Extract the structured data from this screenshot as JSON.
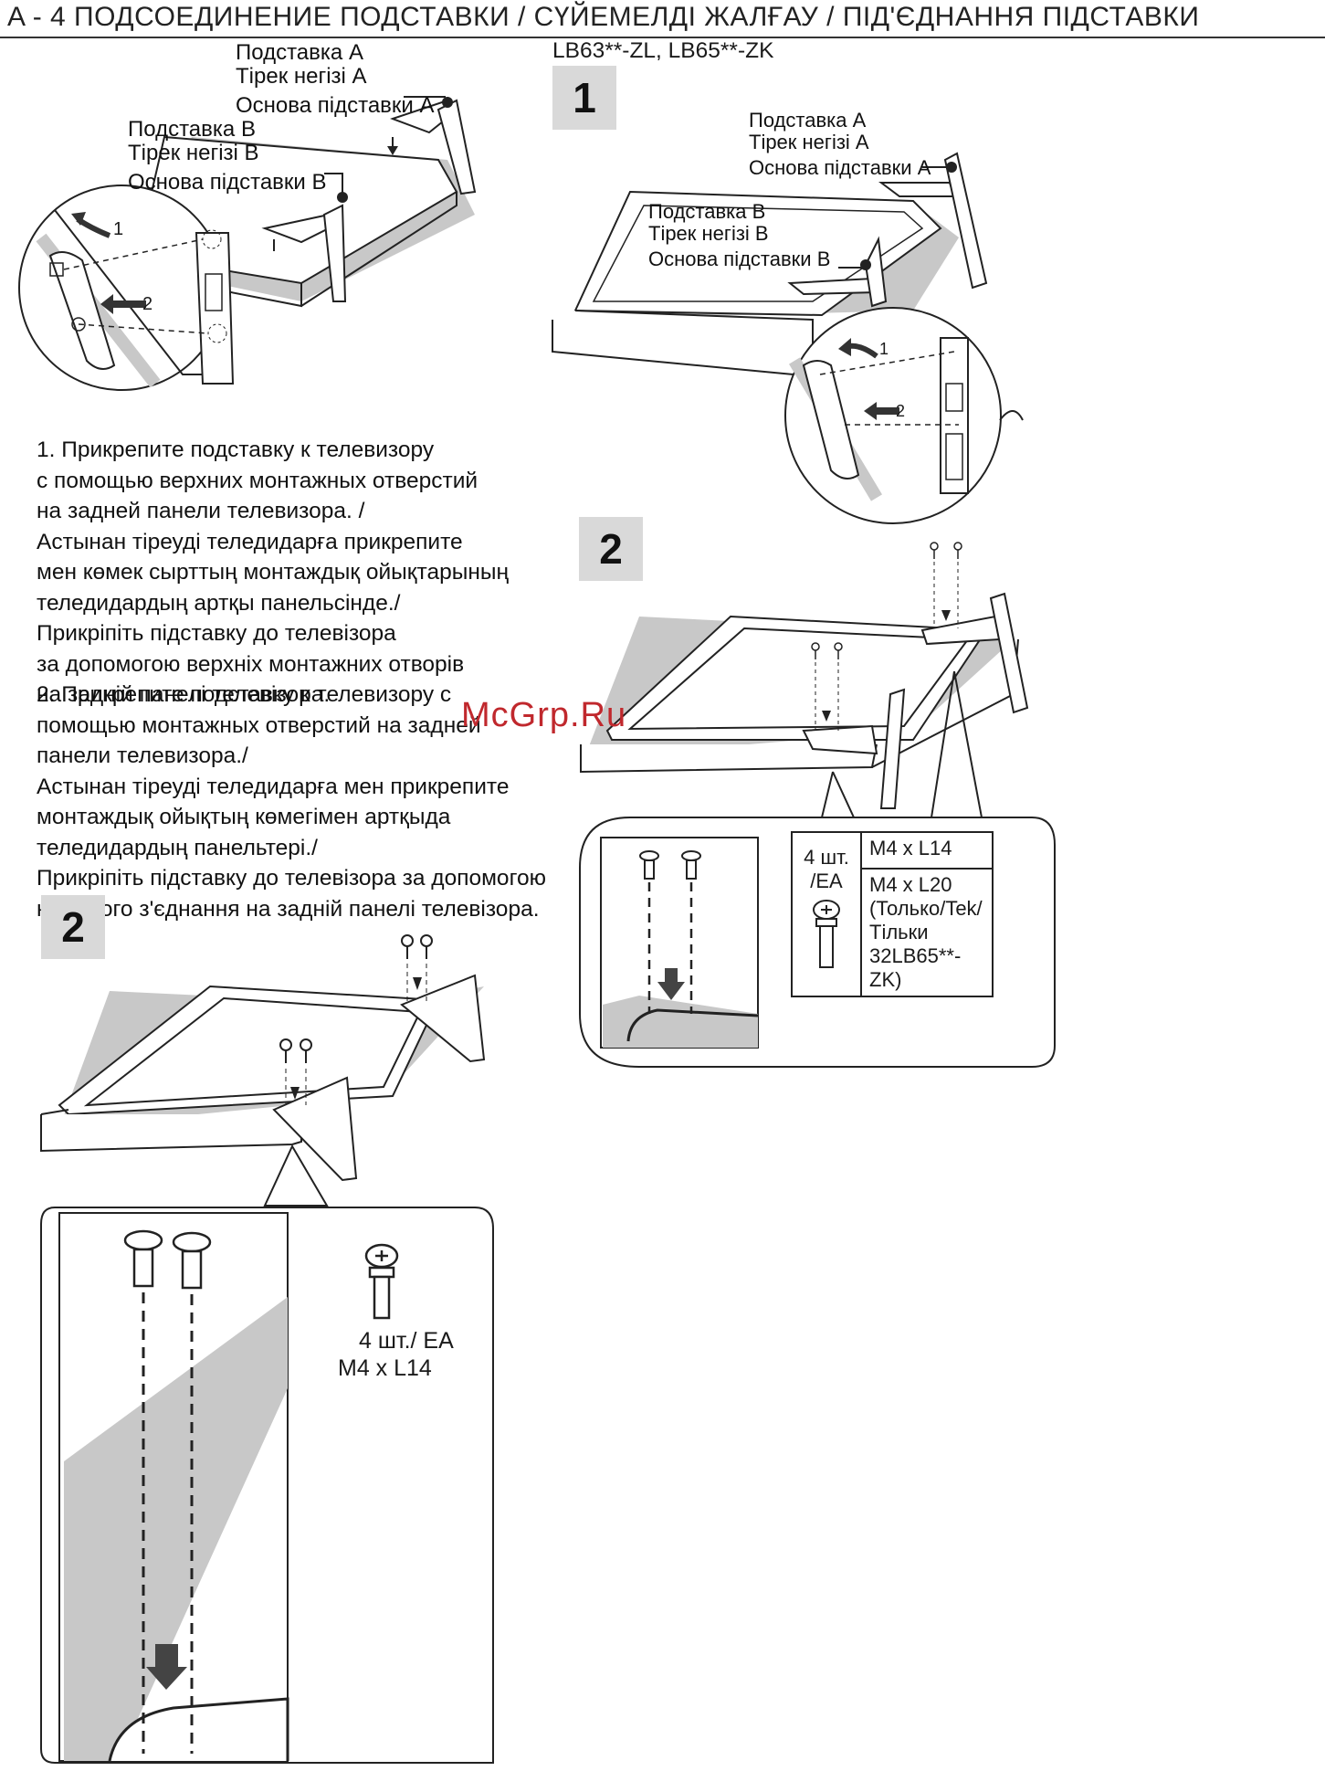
{
  "header": {
    "title": "A - 4   ПОДСОЕДИНЕНИЕ ПОДСТАВКИ / СҮЙЕМЕЛДІ ЖАЛҒАУ / ПІД'ЄДНАННЯ ПІДСТАВКИ"
  },
  "left_top": {
    "stand_a": [
      "Подставка A",
      "Тірек негізі A",
      "Основа підставки A"
    ],
    "stand_b": [
      "Подставка B",
      "Тірек негізі B",
      "Основа підставки B"
    ],
    "arrow_1": "1",
    "arrow_2": "2"
  },
  "instructions": {
    "step1": [
      "1. Прикрепите подставку к телевизору",
      "с помощью верхних монтажных отверстий",
      "на задней панели телевизора. /",
      "Астынан тіреуді теледидарға прикрепите",
      "мен көмек сырттың монтаждық ойықтарының",
      "теледидардың артқы панельсінде./",
      "Прикріпіть підставку до телевізора",
      "за допомогою верхніх монтажних отворів",
      "на задній панелі телевізора."
    ],
    "step2": [
      "2. Прикрепите подставку к телевизору с",
      "помощью монтажных отверстий на задней",
      "панели телевизора./",
      "Астынан тіреуді теледидарға мен прикрепите",
      "монтаждық ойықтың көмегімен артқыда",
      "теледидардың панельтері./",
      "Прикріпіть підставку до телевізора за допомогою",
      "нижнього з'єднання на задній панелі телевізора."
    ]
  },
  "left_bottom": {
    "step_badge": "2",
    "qty": "4 шт./ EA",
    "screw": "M4 x L14"
  },
  "right": {
    "model": "LB63**-ZL, LB65**-ZK",
    "step1_badge": "1",
    "stand_a": [
      "Подставка A",
      "Тірек негізі A",
      "Основа підставки A"
    ],
    "stand_b": [
      "Подставка B",
      "Тірек негізі B",
      "Основа підставки B"
    ],
    "arrow_1": "1",
    "arrow_2": "2",
    "step2_badge": "2",
    "table": {
      "qty": [
        "4 шт.",
        "/EA"
      ],
      "row1": "M4 x L14",
      "row2": [
        "M4 x L20",
        "(Только/Tek/",
        "Тільки",
        "32LB65**-",
        "ZK)"
      ]
    }
  },
  "watermark": "McGrp.Ru",
  "colors": {
    "shadow": "#c8c8c8",
    "badge": "#d9d9d9",
    "watermark": "#c0282d"
  }
}
